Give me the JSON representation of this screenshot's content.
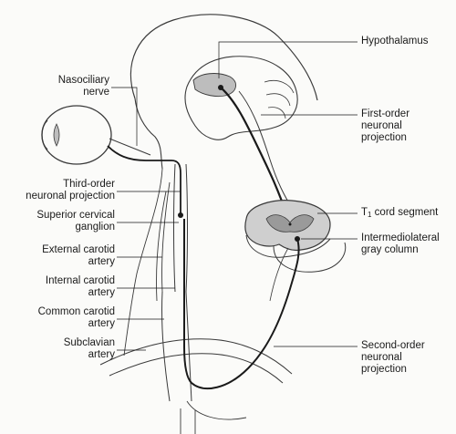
{
  "labels": {
    "hypothalamus": "Hypothalamus",
    "first_order": [
      "First-order",
      "neuronal",
      "projection"
    ],
    "t1_main": "T",
    "t1_sub": "1",
    "t1_rest": " cord segment",
    "intermediolateral": [
      "Intermediolateral",
      "gray column"
    ],
    "second_order": [
      "Second-order",
      "neuronal",
      "projection"
    ],
    "nasociliary": [
      "Nasociliary",
      "nerve"
    ],
    "third_order": [
      "Third-order",
      "neuronal projection"
    ],
    "superior_cervical": [
      "Superior cervical",
      "ganglion"
    ],
    "external_carotid": [
      "External carotid",
      "artery"
    ],
    "internal_carotid": [
      "Internal carotid",
      "artery"
    ],
    "common_carotid": [
      "Common carotid",
      "artery"
    ],
    "subclavian": [
      "Subclavian",
      "artery"
    ]
  },
  "colors": {
    "line": "#1a1a1a",
    "outline": "#3a3a3a",
    "shade": "#bdbdbd",
    "spinal_white": "#cfcfcf"
  }
}
